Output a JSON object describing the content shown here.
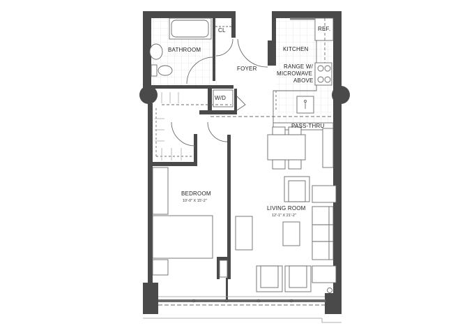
{
  "plan": {
    "rooms": {
      "bathroom": {
        "label": "BATHROOM"
      },
      "closet": {
        "label": "CL"
      },
      "foyer": {
        "label": "FOYER"
      },
      "kitchen": {
        "label": "KITCHEN"
      },
      "refrigerator": {
        "label": "REF."
      },
      "range": {
        "line1": "RANGE W/",
        "line2": "MICROWAVE",
        "line3": "ABOVE"
      },
      "washer_dryer": {
        "label": "W/D"
      },
      "pass_thru": {
        "label": "PASS-THRU"
      },
      "bedroom": {
        "label": "BEDROOM",
        "dimensions": "10'-0\" X 15'-2\""
      },
      "living_room": {
        "label": "LIVING ROOM",
        "dimensions": "12'-1\" X 21'-2\""
      }
    },
    "colors": {
      "wall": "#4a4a4a",
      "line": "#6a6a6a",
      "background": "#ffffff",
      "grid": "#d8d8d8"
    }
  }
}
